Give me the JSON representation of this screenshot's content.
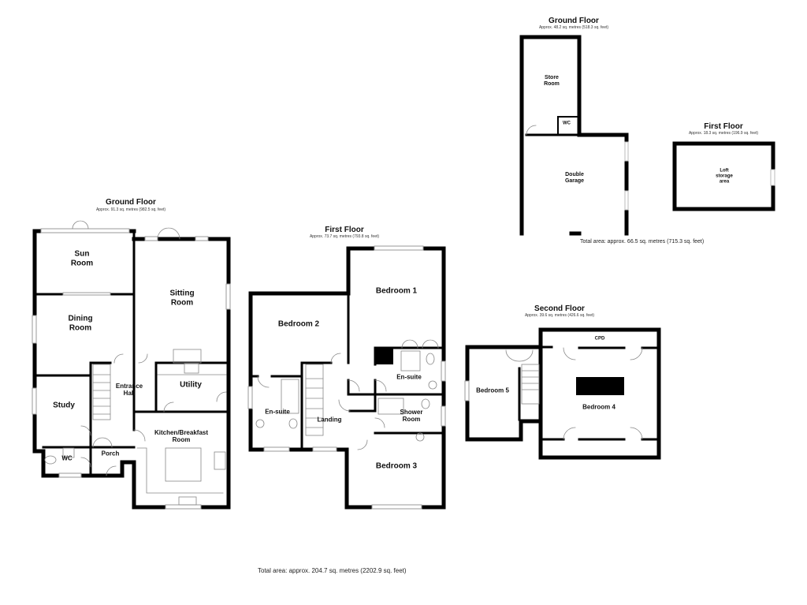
{
  "plan": {
    "main_house": {
      "ground_floor": {
        "title": "Ground Floor",
        "area": "Approx. 91.3 sq. metres (982.5 sq. feet)",
        "rooms": [
          "Sun\nRoom",
          "Sitting\nRoom",
          "Dining\nRoom",
          "Entrance\nHall",
          "Utility",
          "Study",
          "Kitchen/Breakfast\nRoom",
          "WC",
          "Porch"
        ]
      },
      "first_floor": {
        "title": "First Floor",
        "area": "Approx. 73.7 sq. metres (793.8 sq. feet)",
        "rooms": [
          "Bedroom 1",
          "Bedroom 2",
          "En-suite",
          "En-suite",
          "Landing",
          "Shower\nRoom",
          "Bedroom 3"
        ]
      },
      "second_floor": {
        "title": "Second Floor",
        "area": "Approx. 39.6 sq. metres (426.6 sq. feet)",
        "rooms": [
          "Bedroom 5",
          "Bedroom 4",
          "CPD"
        ]
      },
      "total_area": "Total area: approx. 204.7 sq. metres (2202.9 sq. feet)"
    },
    "garage_building": {
      "ground_floor": {
        "title": "Ground Floor",
        "area": "Approx. 48.2 sq. metres (518.3 sq. feet)",
        "rooms": [
          "Store\nRoom",
          "WC",
          "Double\nGarage"
        ]
      },
      "first_floor": {
        "title": "First Floor",
        "area": "Approx. 18.3 sq. metres (196.9 sq. feet)",
        "rooms": [
          "Loft\nstorage\narea"
        ]
      },
      "total_area": "Total area: approx. 66.5 sq. metres (715.3 sq. feet)"
    }
  },
  "colors": {
    "wall": "#000000",
    "window": "#cccccc",
    "line": "#777777",
    "background": "#ffffff"
  }
}
